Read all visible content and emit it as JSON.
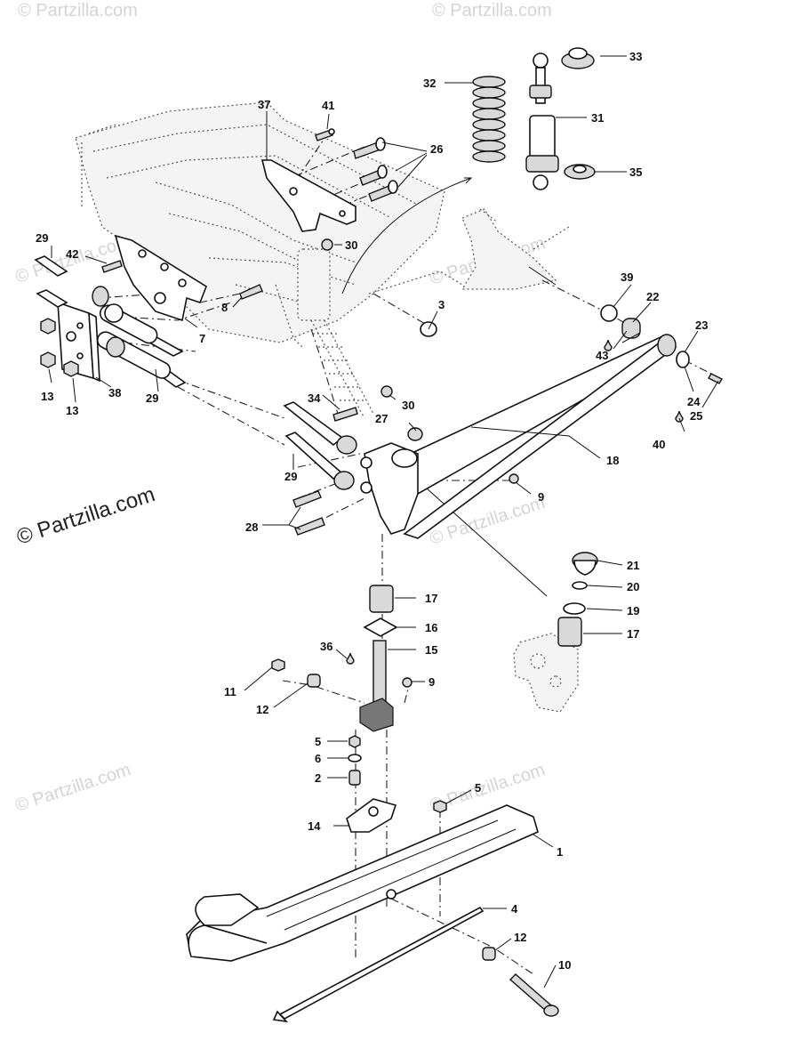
{
  "watermarks": {
    "main": "© Partzilla.com",
    "faint": "© Partzilla.com"
  },
  "callouts": [
    {
      "id": "c1",
      "text": "1"
    },
    {
      "id": "c2",
      "text": "2"
    },
    {
      "id": "c3",
      "text": "3"
    },
    {
      "id": "c4",
      "text": "4"
    },
    {
      "id": "c5a",
      "text": "5"
    },
    {
      "id": "c5b",
      "text": "5"
    },
    {
      "id": "c6",
      "text": "6"
    },
    {
      "id": "c7",
      "text": "7"
    },
    {
      "id": "c8",
      "text": "8"
    },
    {
      "id": "c9a",
      "text": "9"
    },
    {
      "id": "c9b",
      "text": "9"
    },
    {
      "id": "c10",
      "text": "10"
    },
    {
      "id": "c11",
      "text": "11"
    },
    {
      "id": "c12a",
      "text": "12"
    },
    {
      "id": "c12b",
      "text": "12"
    },
    {
      "id": "c13a",
      "text": "13"
    },
    {
      "id": "c13b",
      "text": "13"
    },
    {
      "id": "c14",
      "text": "14"
    },
    {
      "id": "c15",
      "text": "15"
    },
    {
      "id": "c16",
      "text": "16"
    },
    {
      "id": "c17a",
      "text": "17"
    },
    {
      "id": "c17b",
      "text": "17"
    },
    {
      "id": "c18",
      "text": "18"
    },
    {
      "id": "c19",
      "text": "19"
    },
    {
      "id": "c20",
      "text": "20"
    },
    {
      "id": "c21",
      "text": "21"
    },
    {
      "id": "c22",
      "text": "22"
    },
    {
      "id": "c23",
      "text": "23"
    },
    {
      "id": "c24",
      "text": "24"
    },
    {
      "id": "c25",
      "text": "25"
    },
    {
      "id": "c26",
      "text": "26"
    },
    {
      "id": "c27",
      "text": "27"
    },
    {
      "id": "c28",
      "text": "28"
    },
    {
      "id": "c29a",
      "text": "29"
    },
    {
      "id": "c29b",
      "text": "29"
    },
    {
      "id": "c29c",
      "text": "29"
    },
    {
      "id": "c30a",
      "text": "30"
    },
    {
      "id": "c30b",
      "text": "30"
    },
    {
      "id": "c31",
      "text": "31"
    },
    {
      "id": "c32",
      "text": "32"
    },
    {
      "id": "c33",
      "text": "33"
    },
    {
      "id": "c34",
      "text": "34"
    },
    {
      "id": "c35",
      "text": "35"
    },
    {
      "id": "c36",
      "text": "36"
    },
    {
      "id": "c37",
      "text": "37"
    },
    {
      "id": "c38",
      "text": "38"
    },
    {
      "id": "c39",
      "text": "39"
    },
    {
      "id": "c40",
      "text": "40"
    },
    {
      "id": "c41",
      "text": "41"
    },
    {
      "id": "c42",
      "text": "42"
    },
    {
      "id": "c43",
      "text": "43"
    }
  ]
}
